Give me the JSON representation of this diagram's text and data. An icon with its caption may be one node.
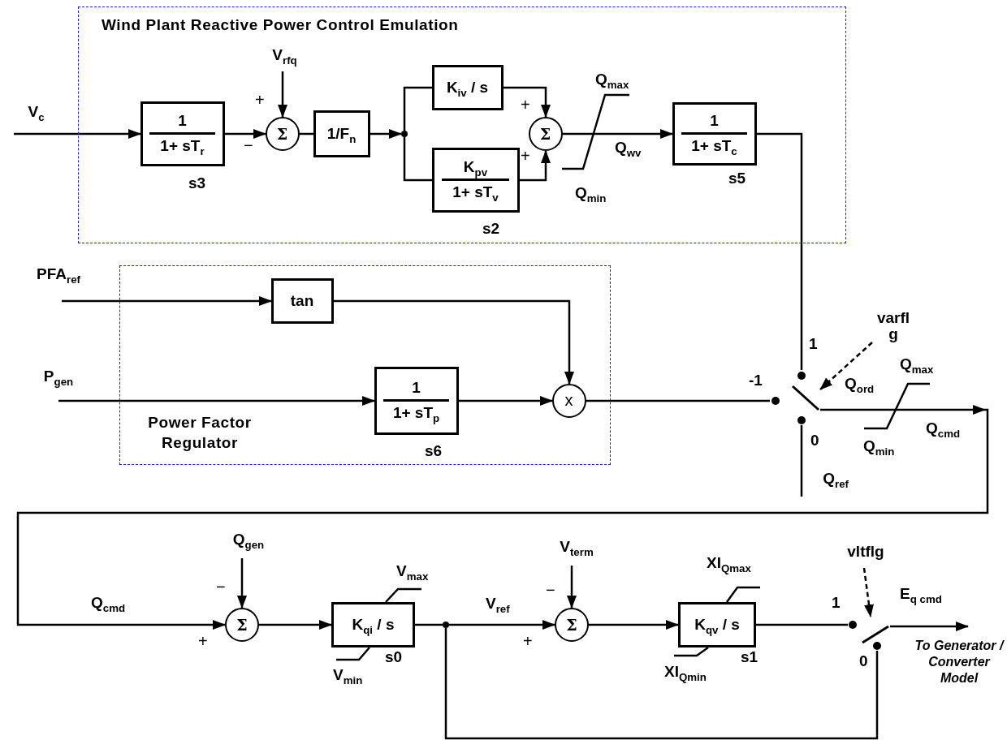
{
  "diagram": {
    "nodes": [
      {
        "text": [
          "Wind Plant Reactive Power Control Emulation"
        ]
      },
      {
        "text": [
          "V$_{rfq}$"
        ],
        "in": 0
      },
      {
        "text": [
          "V$_{c}$"
        ]
      },
      {
        "text": [
          "1",
          "1+ sT$_{r}$"
        ],
        "beside": [
          "s3"
        ],
        "in": 0
      },
      {
        "text": [
          "Σ"
        ],
        "in": 0
      },
      {
        "text": [
          "1/F$_{n}$"
        ],
        "in": 0
      },
      {
        "text": [],
        "shape": "dot",
        "in": 0
      },
      {
        "text": [
          "K$_{iv}$ / s"
        ],
        "in": 0
      },
      {
        "text": [
          "K$_{pv}$",
          "1+ sT$_{v}$"
        ],
        "beside": [
          "s2"
        ],
        "in": 0
      },
      {
        "text": [
          "Σ"
        ],
        "in": 0
      },
      {
        "text": [
          "1",
          "1+ sT$_{c}$"
        ],
        "beside": [
          "s5"
        ],
        "in": 0
      },
      {
        "text": [
          "Power Factor Regulator"
        ]
      },
      {
        "text": [
          "PFA$_{ref}$"
        ]
      },
      {
        "text": [
          "tan"
        ],
        "in": 11
      },
      {
        "text": [
          "P$_{gen}$"
        ]
      },
      {
        "text": [
          "1",
          "1+ sT$_{p}$"
        ],
        "beside": [
          "s6"
        ],
        "in": 11
      },
      {
        "text": [
          "x"
        ],
        "in": 11
      },
      {
        "text": [],
        "shape": "switch"
      },
      {
        "text": [
          "varfl g"
        ]
      },
      {
        "text": [
          "Q$_{ref}$"
        ]
      },
      {
        "text": [
          "Σ"
        ]
      },
      {
        "text": [
          "Q$_{gen}$"
        ]
      },
      {
        "text": [
          "K$_{qi}$ / s"
        ],
        "beside": [
          "s0"
        ]
      },
      {
        "text": [],
        "shape": "dot"
      },
      {
        "text": [
          "Σ"
        ]
      },
      {
        "text": [
          "V$_{term}$"
        ]
      },
      {
        "text": [
          "K$_{qv}$ / s"
        ],
        "beside": [
          "s1"
        ]
      },
      {
        "text": [],
        "shape": "switch"
      },
      {
        "text": [
          "vltflg"
        ]
      },
      {
        "text": [
          "To Generator / Converter Model"
        ]
      }
    ],
    "edges": [
      {
        "from": 2,
        "to": 3,
        "arrow": "to"
      },
      {
        "from": 3,
        "to": 4,
        "arrow": "to"
      },
      {
        "from": 1,
        "to": 4,
        "arrow": "to"
      },
      {
        "from": 4,
        "to": 5,
        "arrow": "none"
      },
      {
        "from": 5,
        "to": 6,
        "arrow": "to"
      },
      {
        "from": 6,
        "to": 7,
        "arrow": "none"
      },
      {
        "from": 6,
        "to": 8,
        "arrow": "none"
      },
      {
        "from": 7,
        "to": 9,
        "arrow": "to"
      },
      {
        "from": 8,
        "to": 9,
        "arrow": "to"
      },
      {
        "from": 9,
        "to": 10,
        "arrow": "to",
        "label": "Q$_{wv}$"
      },
      {
        "from": 10,
        "to": 17,
        "arrow": "none"
      },
      {
        "from": 12,
        "to": 13,
        "arrow": "to"
      },
      {
        "from": 14,
        "to": 15,
        "arrow": "to"
      },
      {
        "from": 13,
        "to": 16,
        "arrow": "to"
      },
      {
        "from": 15,
        "to": 16,
        "arrow": "to"
      },
      {
        "from": 16,
        "to": 17,
        "arrow": "none"
      },
      {
        "from": 18,
        "to": 17,
        "arrow": "to",
        "style": "dashed"
      },
      {
        "from": 19,
        "to": 17,
        "arrow": "none"
      },
      {
        "from": 17,
        "to": 20,
        "arrow": "to",
        "label": "Q$_{cmd}$"
      },
      {
        "from": 21,
        "to": 20,
        "arrow": "to"
      },
      {
        "from": 20,
        "to": 22,
        "arrow": "to"
      },
      {
        "from": 22,
        "to": 23,
        "arrow": "none"
      },
      {
        "from": 23,
        "to": 24,
        "arrow": "to",
        "label": "V$_{ref}$"
      },
      {
        "from": 25,
        "to": 24,
        "arrow": "to"
      },
      {
        "from": 24,
        "to": 26,
        "arrow": "to"
      },
      {
        "from": 26,
        "to": 27,
        "arrow": "none"
      },
      {
        "from": 23,
        "to": 27,
        "arrow": "none"
      },
      {
        "from": 28,
        "to": 27,
        "arrow": "to",
        "style": "dashed"
      },
      {
        "from": 27,
        "to": 29,
        "arrow": "to",
        "label": "E$_{q cmd}$"
      }
    ],
    "labels": [
      "+",
      "−",
      "+",
      "Q$_{max}$",
      "+",
      "Q$_{min}$",
      "1",
      "-1",
      "Q$_{ord}$",
      "Q$_{max}$",
      "0",
      "Q$_{min}$",
      "Q$_{cmd}$",
      "−",
      "V$_{max}$",
      "−",
      "XI$_{Qmax}$",
      "+",
      "1",
      "+",
      "V$_{min}$",
      "0",
      "XI$_{Qmin}$"
    ]
  }
}
